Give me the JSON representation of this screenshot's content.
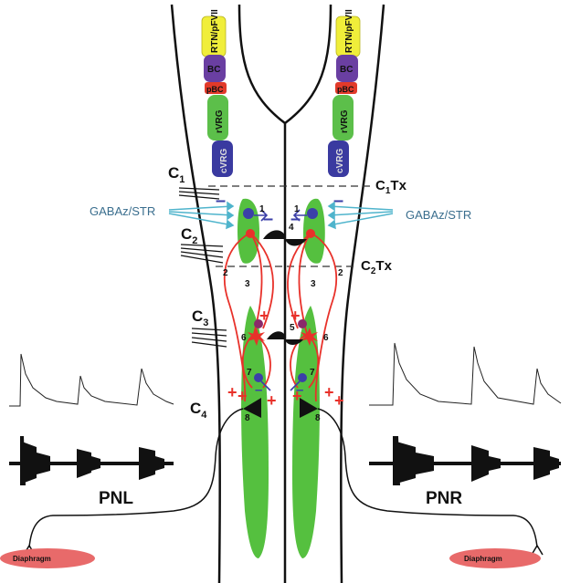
{
  "nuclei": {
    "rtn": "RTN/pFVII",
    "bc": "BC",
    "pbc": "pBC",
    "rvrg": "rVRG",
    "cvrg": "cVRG"
  },
  "segments": {
    "c1": "C1",
    "c2": "C2",
    "c3": "C3",
    "c4": "C4",
    "c1_base": "C",
    "c1_sub": "1",
    "c2_base": "C",
    "c2_sub": "2",
    "c3_base": "C",
    "c3_sub": "3",
    "c4_base": "C",
    "c4_sub": "4"
  },
  "transections": {
    "c1tx_base": "C",
    "c1tx_sub": "1",
    "c1tx_suffix": "Tx",
    "c2tx_base": "C",
    "c2tx_sub": "2",
    "c2tx_suffix": "Tx"
  },
  "gaba_label": "GABAz/STR",
  "numbers": {
    "n1": "1",
    "n2": "2",
    "n3": "3",
    "n4": "4",
    "n5": "5",
    "n6": "6",
    "n7": "7",
    "n8": "8"
  },
  "nerves": {
    "left": "PNL",
    "right": "PNR"
  },
  "diaphragm_label": "Diaphragm",
  "colors": {
    "nucleus_yellow": "#f0ee3a",
    "nucleus_purple": "#6a3fa2",
    "nucleus_red": "#e23a2a",
    "nucleus_green": "#5cbf4a",
    "nucleus_blue": "#3a3aa0",
    "motor_column": "#55c03f",
    "excitatory": "#e8312a",
    "inhibitory": "#3b3fa8",
    "gaba_arrow": "#4fb4cc",
    "diaphragm": "#e86a6a"
  }
}
